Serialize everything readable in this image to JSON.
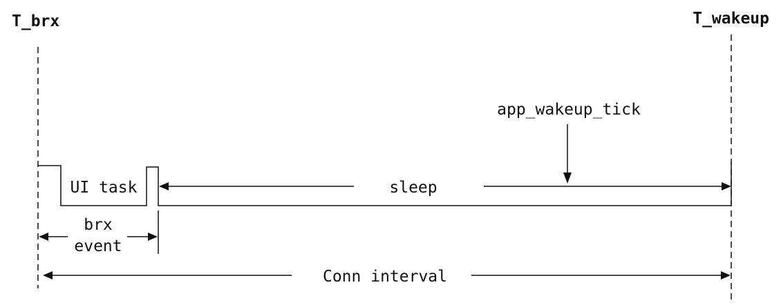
{
  "labels": {
    "t_brx": "T_brx",
    "t_wakeup": "T_wakeup",
    "app_wakeup_tick": "app_wakeup_tick",
    "ui_task": "UI task",
    "sleep": "sleep",
    "brx_event_line1": "brx",
    "brx_event_line2": "event",
    "conn_interval": "Conn interval"
  },
  "colors": {
    "ink": "#111111",
    "background": "#ffffff"
  }
}
